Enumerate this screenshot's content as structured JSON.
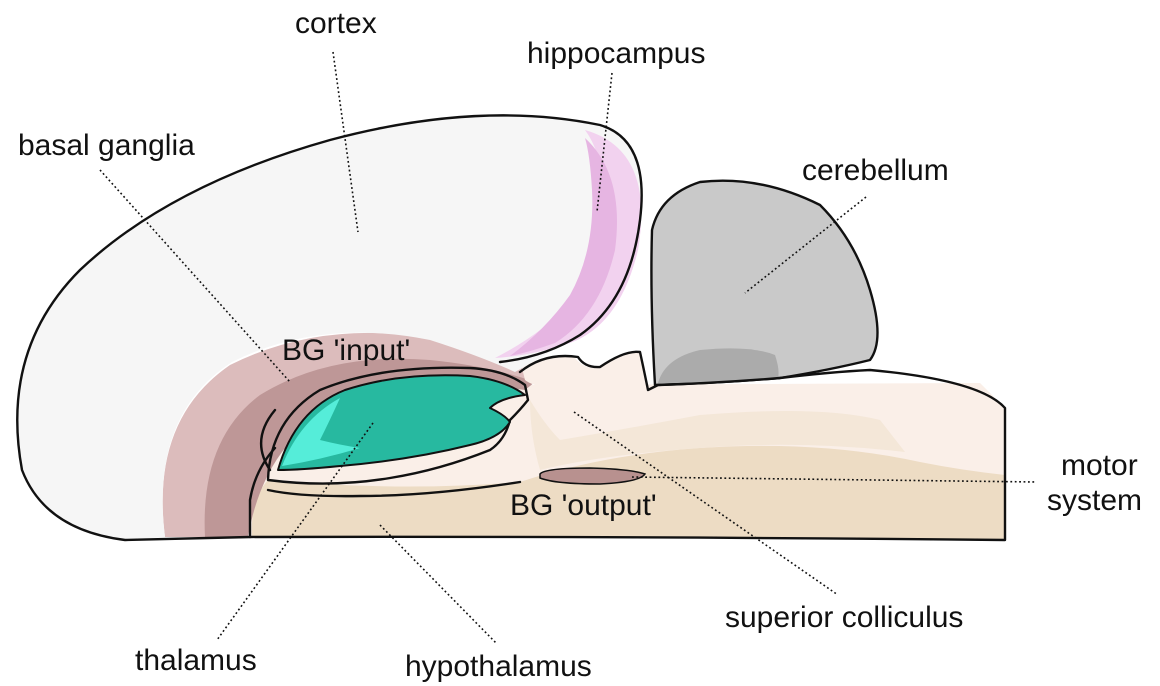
{
  "labels": {
    "cortex": "cortex",
    "hippocampus": "hippocampus",
    "basal_ganglia": "basal ganglia",
    "cerebellum": "cerebellum",
    "bg_input": "BG 'input'",
    "motor_system_line1": "motor",
    "motor_system_line2": "system",
    "bg_output": "BG 'output'",
    "superior_colliculus": "superior colliculus",
    "thalamus": "thalamus",
    "hypothalamus": "hypothalamus"
  },
  "colors": {
    "cortex_fill": "#f6f6f6",
    "hippocampus_light": "#f2d2ef",
    "hippocampus_dark": "#e6b5e2",
    "basal_ganglia_light": "#dcbcbc",
    "basal_ganglia_dark": "#be9797",
    "cerebellum_fill": "#c9c9c9",
    "cerebellum_shade": "#ababab",
    "brainstem_light": "#faefe8",
    "brainstem_mid": "#f3e5d6",
    "hypothalamus_fill": "#eddcc4",
    "thalamus_fill": "#27b9a0",
    "thalamus_highlight": "#55edd9",
    "bg_output_fill": "#b8918f",
    "outline": "#111111"
  }
}
